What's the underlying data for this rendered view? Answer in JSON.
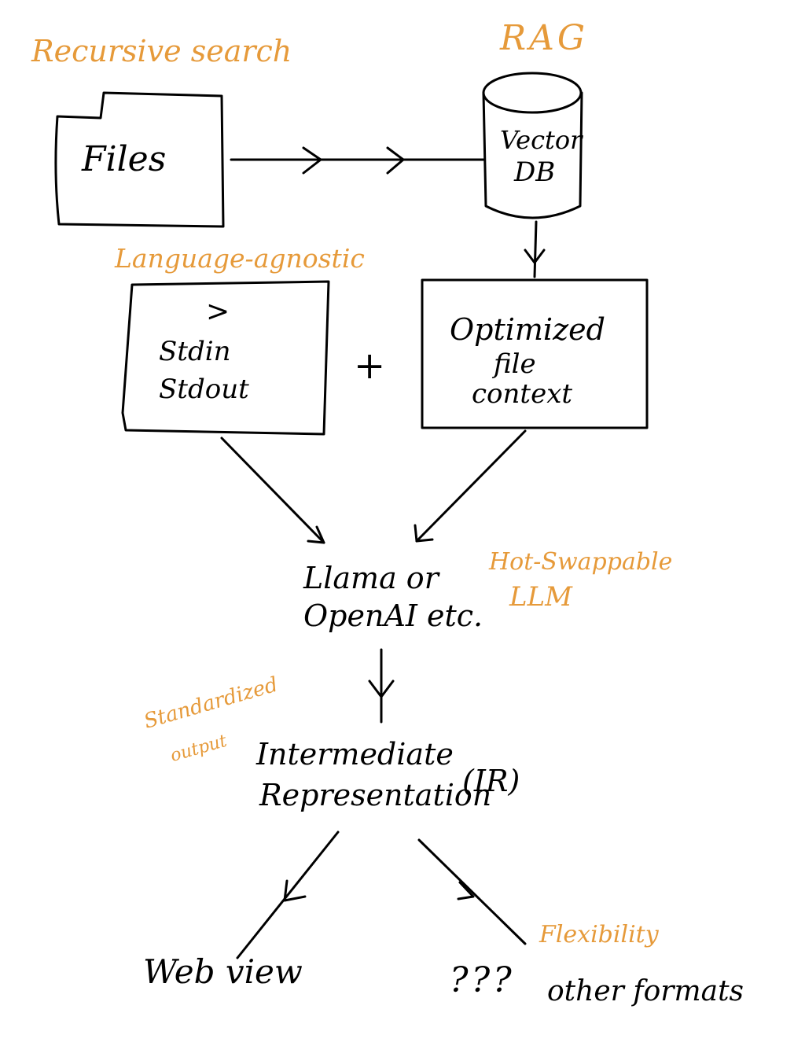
{
  "colors": {
    "ink": "#000000",
    "annotation": "#e69a3a"
  },
  "annotations": {
    "recursive_search": "Recursive search",
    "rag": "RAG",
    "language_agnostic": "Language-agnostic",
    "hot_swappable": "Hot-Swappable",
    "hot_swappable_llm": "LLM",
    "standardized": "Standardized",
    "standardized_output": "output",
    "flexibility": "Flexibility"
  },
  "nodes": {
    "files": "Files",
    "vector_db_line1": "Vector",
    "vector_db_line2": "DB",
    "terminal_prompt": ">",
    "stdin": "Stdin",
    "stdout": "Stdout",
    "plus": "+",
    "optimized_line1": "Optimized",
    "optimized_line2": "file",
    "optimized_line3": "context",
    "llm_line1": "Llama or",
    "llm_line2": "OpenAI etc.",
    "ir_line1": "Intermediate",
    "ir_line2": "Representation",
    "ir_abbrev": "(IR)",
    "web_view": "Web view",
    "unknown": "???",
    "other_formats": "other formats"
  }
}
